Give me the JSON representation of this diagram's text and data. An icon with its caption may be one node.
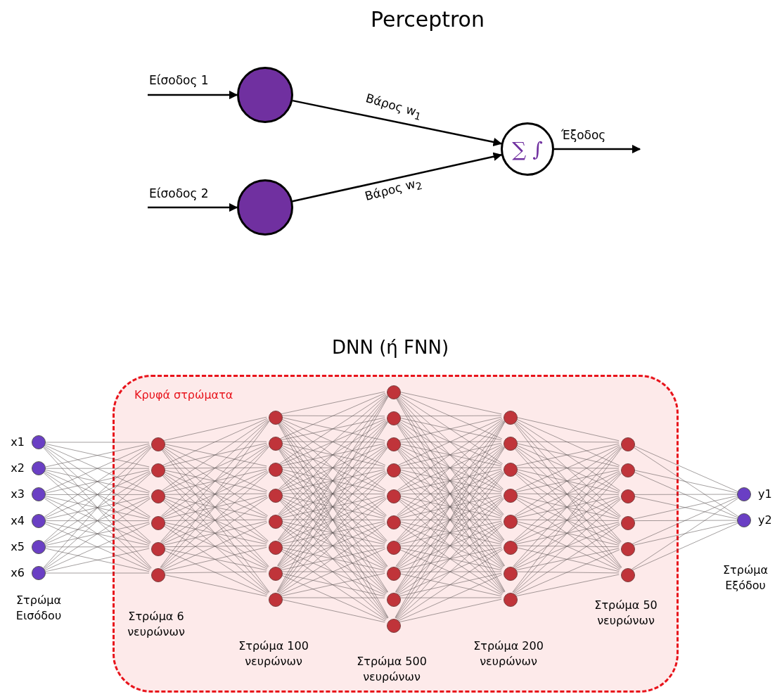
{
  "diagram": {
    "title": "Perceptron",
    "nodes": [
      {
        "text": [],
        "shape": "circle"
      },
      {
        "text": [],
        "shape": "circle"
      },
      {
        "text": [
          "∑ ∫"
        ]
      },
      {
        "text": [],
        "shape": "circle",
        "beside": [
          "x1"
        ]
      },
      {
        "text": [],
        "shape": "circle",
        "beside": [
          "x2"
        ]
      },
      {
        "text": [],
        "shape": "circle",
        "beside": [
          "x3"
        ]
      },
      {
        "text": [],
        "shape": "circle",
        "beside": [
          "x4"
        ]
      },
      {
        "text": [],
        "shape": "circle",
        "beside": [
          "x5"
        ]
      },
      {
        "text": [],
        "shape": "circle",
        "beside": [
          "x6"
        ]
      },
      {
        "text": [
          "Κρυφά στρώματα"
        ]
      },
      {
        "text": [],
        "shape": "circle",
        "in": 9
      },
      {
        "text": [],
        "shape": "circle",
        "in": 9
      },
      {
        "text": [],
        "shape": "circle",
        "in": 9
      },
      {
        "text": [],
        "shape": "circle",
        "in": 9
      },
      {
        "text": [],
        "shape": "circle",
        "in": 9
      },
      {
        "text": [],
        "shape": "circle",
        "in": 9
      },
      {
        "text": [],
        "shape": "circle",
        "in": 9
      },
      {
        "text": [],
        "shape": "circle",
        "in": 9
      },
      {
        "text": [],
        "shape": "circle",
        "in": 9
      },
      {
        "text": [],
        "shape": "circle",
        "in": 9
      },
      {
        "text": [],
        "shape": "circle",
        "in": 9
      },
      {
        "text": [],
        "shape": "circle",
        "in": 9
      },
      {
        "text": [],
        "shape": "circle",
        "in": 9
      },
      {
        "text": [],
        "shape": "circle",
        "in": 9
      },
      {
        "text": [],
        "shape": "circle",
        "in": 9
      },
      {
        "text": [],
        "shape": "circle",
        "in": 9
      },
      {
        "text": [],
        "shape": "circle",
        "in": 9
      },
      {
        "text": [],
        "shape": "circle",
        "in": 9
      },
      {
        "text": [],
        "shape": "circle",
        "in": 9
      },
      {
        "text": [],
        "shape": "circle",
        "in": 9
      },
      {
        "text": [],
        "shape": "circle",
        "in": 9
      },
      {
        "text": [],
        "shape": "circle",
        "in": 9
      },
      {
        "text": [],
        "shape": "circle",
        "in": 9
      },
      {
        "text": [],
        "shape": "circle",
        "in": 9
      },
      {
        "text": [],
        "shape": "circle",
        "in": 9
      },
      {
        "text": [],
        "shape": "circle",
        "in": 9
      },
      {
        "text": [],
        "shape": "circle",
        "in": 9
      },
      {
        "text": [],
        "shape": "circle",
        "in": 9
      },
      {
        "text": [],
        "shape": "circle",
        "in": 9
      },
      {
        "text": [],
        "shape": "circle",
        "in": 9
      },
      {
        "text": [],
        "shape": "circle",
        "in": 9
      },
      {
        "text": [],
        "shape": "circle",
        "in": 9
      },
      {
        "text": [],
        "shape": "circle",
        "in": 9
      },
      {
        "text": [],
        "shape": "circle",
        "in": 9
      },
      {
        "text": [],
        "shape": "circle",
        "in": 9
      },
      {
        "text": [],
        "shape": "circle",
        "in": 9
      },
      {
        "text": [],
        "shape": "circle",
        "in": 9
      },
      {
        "text": [],
        "shape": "circle",
        "in": 9
      },
      {
        "text": [],
        "shape": "circle",
        "beside": [
          "y1"
        ]
      },
      {
        "text": [],
        "shape": "circle",
        "beside": [
          "y2"
        ]
      }
    ],
    "edges": [
      {
        "from": null,
        "to": 0,
        "arrow": "to",
        "label": "Είσοδος 1",
        "color": "#000000"
      },
      {
        "from": null,
        "to": 1,
        "arrow": "to",
        "label": "Είσοδος 2",
        "color": "#000000"
      },
      {
        "from": 0,
        "to": 2,
        "arrow": "to",
        "label": "Βάρος w$_{1}$",
        "color": "#000000"
      },
      {
        "from": 1,
        "to": 2,
        "arrow": "to",
        "label": "Βάρος w$_{2}$",
        "color": "#000000"
      },
      {
        "from": 2,
        "to": null,
        "arrow": "to",
        "label": "Έξοδος",
        "color": "#000000"
      },
      {
        "from": 3,
        "to": 10,
        "arrow": "none"
      },
      {
        "from": 3,
        "to": 11,
        "arrow": "none"
      },
      {
        "from": 3,
        "to": 12,
        "arrow": "none"
      },
      {
        "from": 3,
        "to": 13,
        "arrow": "none"
      },
      {
        "from": 3,
        "to": 14,
        "arrow": "none"
      },
      {
        "from": 3,
        "to": 15,
        "arrow": "none"
      },
      {
        "from": 4,
        "to": 10,
        "arrow": "none"
      },
      {
        "from": 4,
        "to": 11,
        "arrow": "none"
      },
      {
        "from": 4,
        "to": 12,
        "arrow": "none"
      },
      {
        "from": 4,
        "to": 13,
        "arrow": "none"
      },
      {
        "from": 4,
        "to": 14,
        "arrow": "none"
      },
      {
        "from": 4,
        "to": 15,
        "arrow": "none"
      },
      {
        "from": 5,
        "to": 10,
        "arrow": "none"
      },
      {
        "from": 5,
        "to": 11,
        "arrow": "none"
      },
      {
        "from": 5,
        "to": 12,
        "arrow": "none"
      },
      {
        "from": 5,
        "to": 13,
        "arrow": "none"
      },
      {
        "from": 5,
        "to": 14,
        "arrow": "none"
      },
      {
        "from": 5,
        "to": 15,
        "arrow": "none"
      },
      {
        "from": 6,
        "to": 10,
        "arrow": "none"
      },
      {
        "from": 6,
        "to": 11,
        "arrow": "none"
      },
      {
        "from": 6,
        "to": 12,
        "arrow": "none"
      },
      {
        "from": 6,
        "to": 13,
        "arrow": "none"
      },
      {
        "from": 6,
        "to": 14,
        "arrow": "none"
      },
      {
        "from": 6,
        "to": 15,
        "arrow": "none"
      },
      {
        "from": 7,
        "to": 10,
        "arrow": "none"
      },
      {
        "from": 7,
        "to": 11,
        "arrow": "none"
      },
      {
        "from": 7,
        "to": 12,
        "arrow": "none"
      },
      {
        "from": 7,
        "to": 13,
        "arrow": "none"
      },
      {
        "from": 7,
        "to": 14,
        "arrow": "none"
      },
      {
        "from": 7,
        "to": 15,
        "arrow": "none"
      },
      {
        "from": 8,
        "to": 10,
        "arrow": "none"
      },
      {
        "from": 8,
        "to": 11,
        "arrow": "none"
      },
      {
        "from": 8,
        "to": 12,
        "arrow": "none"
      },
      {
        "from": 8,
        "to": 13,
        "arrow": "none"
      },
      {
        "from": 8,
        "to": 14,
        "arrow": "none"
      },
      {
        "from": 8,
        "to": 15,
        "arrow": "none"
      },
      {
        "from": 10,
        "to": 16,
        "arrow": "none"
      },
      {
        "from": 10,
        "to": 17,
        "arrow": "none"
      },
      {
        "from": 10,
        "to": 18,
        "arrow": "none"
      },
      {
        "from": 10,
        "to": 19,
        "arrow": "none"
      },
      {
        "from": 10,
        "to": 20,
        "arrow": "none"
      },
      {
        "from": 10,
        "to": 21,
        "arrow": "none"
      },
      {
        "from": 10,
        "to": 22,
        "arrow": "none"
      },
      {
        "from": 10,
        "to": 23,
        "arrow": "none"
      },
      {
        "from": 11,
        "to": 16,
        "arrow": "none"
      },
      {
        "from": 11,
        "to": 17,
        "arrow": "none"
      },
      {
        "from": 11,
        "to": 18,
        "arrow": "none"
      },
      {
        "from": 11,
        "to": 19,
        "arrow": "none"
      },
      {
        "from": 11,
        "to": 20,
        "arrow": "none"
      },
      {
        "from": 11,
        "to": 21,
        "arrow": "none"
      },
      {
        "from": 11,
        "to": 22,
        "arrow": "none"
      },
      {
        "from": 11,
        "to": 23,
        "arrow": "none"
      },
      {
        "from": 12,
        "to": 16,
        "arrow": "none"
      },
      {
        "from": 12,
        "to": 17,
        "arrow": "none"
      },
      {
        "from": 12,
        "to": 18,
        "arrow": "none"
      },
      {
        "from": 12,
        "to": 19,
        "arrow": "none"
      },
      {
        "from": 12,
        "to": 20,
        "arrow": "none"
      },
      {
        "from": 12,
        "to": 21,
        "arrow": "none"
      },
      {
        "from": 12,
        "to": 22,
        "arrow": "none"
      },
      {
        "from": 12,
        "to": 23,
        "arrow": "none"
      },
      {
        "from": 13,
        "to": 16,
        "arrow": "none"
      },
      {
        "from": 13,
        "to": 17,
        "arrow": "none"
      },
      {
        "from": 13,
        "to": 18,
        "arrow": "none"
      },
      {
        "from": 13,
        "to": 19,
        "arrow": "none"
      },
      {
        "from": 13,
        "to": 20,
        "arrow": "none"
      },
      {
        "from": 13,
        "to": 21,
        "arrow": "none"
      },
      {
        "from": 13,
        "to": 22,
        "arrow": "none"
      },
      {
        "from": 13,
        "to": 23,
        "arrow": "none"
      },
      {
        "from": 14,
        "to": 16,
        "arrow": "none"
      },
      {
        "from": 14,
        "to": 17,
        "arrow": "none"
      },
      {
        "from": 14,
        "to": 18,
        "arrow": "none"
      },
      {
        "from": 14,
        "to": 19,
        "arrow": "none"
      },
      {
        "from": 14,
        "to": 20,
        "arrow": "none"
      },
      {
        "from": 14,
        "to": 21,
        "arrow": "none"
      },
      {
        "from": 14,
        "to": 22,
        "arrow": "none"
      },
      {
        "from": 14,
        "to": 23,
        "arrow": "none"
      },
      {
        "from": 15,
        "to": 16,
        "arrow": "none"
      },
      {
        "from": 15,
        "to": 17,
        "arrow": "none"
      },
      {
        "from": 15,
        "to": 18,
        "arrow": "none"
      },
      {
        "from": 15,
        "to": 19,
        "arrow": "none"
      },
      {
        "from": 15,
        "to": 20,
        "arrow": "none"
      },
      {
        "from": 15,
        "to": 21,
        "arrow": "none"
      },
      {
        "from": 15,
        "to": 22,
        "arrow": "none"
      },
      {
        "from": 15,
        "to": 23,
        "arrow": "none"
      },
      {
        "from": 16,
        "to": 24,
        "arrow": "none"
      },
      {
        "from": 16,
        "to": 25,
        "arrow": "none"
      },
      {
        "from": 16,
        "to": 26,
        "arrow": "none"
      },
      {
        "from": 16,
        "to": 27,
        "arrow": "none"
      },
      {
        "from": 16,
        "to": 28,
        "arrow": "none"
      },
      {
        "from": 16,
        "to": 29,
        "arrow": "none"
      },
      {
        "from": 16,
        "to": 30,
        "arrow": "none"
      },
      {
        "from": 16,
        "to": 31,
        "arrow": "none"
      },
      {
        "from": 16,
        "to": 32,
        "arrow": "none"
      },
      {
        "from": 16,
        "to": 33,
        "arrow": "none"
      },
      {
        "from": 17,
        "to": 24,
        "arrow": "none"
      },
      {
        "from": 17,
        "to": 25,
        "arrow": "none"
      },
      {
        "from": 17,
        "to": 26,
        "arrow": "none"
      },
      {
        "from": 17,
        "to": 27,
        "arrow": "none"
      },
      {
        "from": 17,
        "to": 28,
        "arrow": "none"
      },
      {
        "from": 17,
        "to": 29,
        "arrow": "none"
      },
      {
        "from": 17,
        "to": 30,
        "arrow": "none"
      },
      {
        "from": 17,
        "to": 31,
        "arrow": "none"
      },
      {
        "from": 17,
        "to": 32,
        "arrow": "none"
      },
      {
        "from": 17,
        "to": 33,
        "arrow": "none"
      },
      {
        "from": 18,
        "to": 24,
        "arrow": "none"
      },
      {
        "from": 18,
        "to": 25,
        "arrow": "none"
      },
      {
        "from": 18,
        "to": 26,
        "arrow": "none"
      },
      {
        "from": 18,
        "to": 27,
        "arrow": "none"
      },
      {
        "from": 18,
        "to": 28,
        "arrow": "none"
      },
      {
        "from": 18,
        "to": 29,
        "arrow": "none"
      },
      {
        "from": 18,
        "to": 30,
        "arrow": "none"
      },
      {
        "from": 18,
        "to": 31,
        "arrow": "none"
      },
      {
        "from": 18,
        "to": 32,
        "arrow": "none"
      },
      {
        "from": 18,
        "to": 33,
        "arrow": "none"
      },
      {
        "from": 19,
        "to": 24,
        "arrow": "none"
      },
      {
        "from": 19,
        "to": 25,
        "arrow": "none"
      },
      {
        "from": 19,
        "to": 26,
        "arrow": "none"
      },
      {
        "from": 19,
        "to": 27,
        "arrow": "none"
      },
      {
        "from": 19,
        "to": 28,
        "arrow": "none"
      },
      {
        "from": 19,
        "to": 29,
        "arrow": "none"
      },
      {
        "from": 19,
        "to": 30,
        "arrow": "none"
      },
      {
        "from": 19,
        "to": 31,
        "arrow": "none"
      },
      {
        "from": 19,
        "to": 32,
        "arrow": "none"
      },
      {
        "from": 19,
        "to": 33,
        "arrow": "none"
      },
      {
        "from": 20,
        "to": 24,
        "arrow": "none"
      },
      {
        "from": 20,
        "to": 25,
        "arrow": "none"
      },
      {
        "from": 20,
        "to": 26,
        "arrow": "none"
      },
      {
        "from": 20,
        "to": 27,
        "arrow": "none"
      },
      {
        "from": 20,
        "to": 28,
        "arrow": "none"
      },
      {
        "from": 20,
        "to": 29,
        "arrow": "none"
      },
      {
        "from": 20,
        "to": 30,
        "arrow": "none"
      },
      {
        "from": 20,
        "to": 31,
        "arrow": "none"
      },
      {
        "from": 20,
        "to": 32,
        "arrow": "none"
      },
      {
        "from": 20,
        "to": 33,
        "arrow": "none"
      },
      {
        "from": 21,
        "to": 24,
        "arrow": "none"
      },
      {
        "from": 21,
        "to": 25,
        "arrow": "none"
      },
      {
        "from": 21,
        "to": 26,
        "arrow": "none"
      },
      {
        "from": 21,
        "to": 27,
        "arrow": "none"
      },
      {
        "from": 21,
        "to": 28,
        "arrow": "none"
      },
      {
        "from": 21,
        "to": 29,
        "arrow": "none"
      },
      {
        "from": 21,
        "to": 30,
        "arrow": "none"
      },
      {
        "from": 21,
        "to": 31,
        "arrow": "none"
      },
      {
        "from": 21,
        "to": 32,
        "arrow": "none"
      },
      {
        "from": 21,
        "to": 33,
        "arrow": "none"
      },
      {
        "from": 22,
        "to": 24,
        "arrow": "none"
      },
      {
        "from": 22,
        "to": 25,
        "arrow": "none"
      },
      {
        "from": 22,
        "to": 26,
        "arrow": "none"
      },
      {
        "from": 22,
        "to": 27,
        "arrow": "none"
      },
      {
        "from": 22,
        "to": 28,
        "arrow": "none"
      },
      {
        "from": 22,
        "to": 29,
        "arrow": "none"
      },
      {
        "from": 22,
        "to": 30,
        "arrow": "none"
      },
      {
        "from": 22,
        "to": 31,
        "arrow": "none"
      },
      {
        "from": 22,
        "to": 32,
        "arrow": "none"
      },
      {
        "from": 22,
        "to": 33,
        "arrow": "none"
      },
      {
        "from": 23,
        "to": 24,
        "arrow": "none"
      },
      {
        "from": 23,
        "to": 25,
        "arrow": "none"
      },
      {
        "from": 23,
        "to": 26,
        "arrow": "none"
      },
      {
        "from": 23,
        "to": 27,
        "arrow": "none"
      },
      {
        "from": 23,
        "to": 28,
        "arrow": "none"
      },
      {
        "from": 23,
        "to": 29,
        "arrow": "none"
      },
      {
        "from": 23,
        "to": 30,
        "arrow": "none"
      },
      {
        "from": 23,
        "to": 31,
        "arrow": "none"
      },
      {
        "from": 23,
        "to": 32,
        "arrow": "none"
      },
      {
        "from": 23,
        "to": 33,
        "arrow": "none"
      },
      {
        "from": 24,
        "to": 34,
        "arrow": "none"
      },
      {
        "from": 24,
        "to": 35,
        "arrow": "none"
      },
      {
        "from": 24,
        "to": 36,
        "arrow": "none"
      },
      {
        "from": 24,
        "to": 37,
        "arrow": "none"
      },
      {
        "from": 24,
        "to": 38,
        "arrow": "none"
      },
      {
        "from": 24,
        "to": 39,
        "arrow": "none"
      },
      {
        "from": 24,
        "to": 40,
        "arrow": "none"
      },
      {
        "from": 24,
        "to": 41,
        "arrow": "none"
      },
      {
        "from": 25,
        "to": 34,
        "arrow": "none"
      },
      {
        "from": 25,
        "to": 35,
        "arrow": "none"
      },
      {
        "from": 25,
        "to": 36,
        "arrow": "none"
      },
      {
        "from": 25,
        "to": 37,
        "arrow": "none"
      },
      {
        "from": 25,
        "to": 38,
        "arrow": "none"
      },
      {
        "from": 25,
        "to": 39,
        "arrow": "none"
      },
      {
        "from": 25,
        "to": 40,
        "arrow": "none"
      },
      {
        "from": 25,
        "to": 41,
        "arrow": "none"
      },
      {
        "from": 26,
        "to": 34,
        "arrow": "none"
      },
      {
        "from": 26,
        "to": 35,
        "arrow": "none"
      },
      {
        "from": 26,
        "to": 36,
        "arrow": "none"
      },
      {
        "from": 26,
        "to": 37,
        "arrow": "none"
      },
      {
        "from": 26,
        "to": 38,
        "arrow": "none"
      },
      {
        "from": 26,
        "to": 39,
        "arrow": "none"
      },
      {
        "from": 26,
        "to": 40,
        "arrow": "none"
      },
      {
        "from": 26,
        "to": 41,
        "arrow": "none"
      },
      {
        "from": 27,
        "to": 34,
        "arrow": "none"
      },
      {
        "from": 27,
        "to": 35,
        "arrow": "none"
      },
      {
        "from": 27,
        "to": 36,
        "arrow": "none"
      },
      {
        "from": 27,
        "to": 37,
        "arrow": "none"
      },
      {
        "from": 27,
        "to": 38,
        "arrow": "none"
      },
      {
        "from": 27,
        "to": 39,
        "arrow": "none"
      },
      {
        "from": 27,
        "to": 40,
        "arrow": "none"
      },
      {
        "from": 27,
        "to": 41,
        "arrow": "none"
      },
      {
        "from": 28,
        "to": 34,
        "arrow": "none"
      },
      {
        "from": 28,
        "to": 35,
        "arrow": "none"
      },
      {
        "from": 28,
        "to": 36,
        "arrow": "none"
      },
      {
        "from": 28,
        "to": 37,
        "arrow": "none"
      },
      {
        "from": 28,
        "to": 38,
        "arrow": "none"
      },
      {
        "from": 28,
        "to": 39,
        "arrow": "none"
      },
      {
        "from": 28,
        "to": 40,
        "arrow": "none"
      },
      {
        "from": 28,
        "to": 41,
        "arrow": "none"
      },
      {
        "from": 29,
        "to": 34,
        "arrow": "none"
      },
      {
        "from": 29,
        "to": 35,
        "arrow": "none"
      },
      {
        "from": 29,
        "to": 36,
        "arrow": "none"
      },
      {
        "from": 29,
        "to": 37,
        "arrow": "none"
      },
      {
        "from": 29,
        "to": 38,
        "arrow": "none"
      },
      {
        "from": 29,
        "to": 39,
        "arrow": "none"
      },
      {
        "from": 29,
        "to": 40,
        "arrow": "none"
      },
      {
        "from": 29,
        "to": 41,
        "arrow": "none"
      },
      {
        "from": 30,
        "to": 34,
        "arrow": "none"
      },
      {
        "from": 30,
        "to": 35,
        "arrow": "none"
      },
      {
        "from": 30,
        "to": 36,
        "arrow": "none"
      },
      {
        "from": 30,
        "to": 37,
        "arrow": "none"
      },
      {
        "from": 30,
        "to": 38,
        "arrow": "none"
      },
      {
        "from": 30,
        "to": 39,
        "arrow": "none"
      },
      {
        "from": 30,
        "to": 40,
        "arrow": "none"
      },
      {
        "from": 30,
        "to": 41,
        "arrow": "none"
      },
      {
        "from": 31,
        "to": 34,
        "arrow": "none"
      },
      {
        "from": 31,
        "to": 35,
        "arrow": "none"
      },
      {
        "from": 31,
        "to": 36,
        "arrow": "none"
      },
      {
        "from": 31,
        "to": 37,
        "arrow": "none"
      },
      {
        "from": 31,
        "to": 38,
        "arrow": "none"
      },
      {
        "from": 31,
        "to": 39,
        "arrow": "none"
      },
      {
        "from": 31,
        "to": 40,
        "arrow": "none"
      },
      {
        "from": 31,
        "to": 41,
        "arrow": "none"
      },
      {
        "from": 32,
        "to": 34,
        "arrow": "none"
      },
      {
        "from": 32,
        "to": 35,
        "arrow": "none"
      },
      {
        "from": 32,
        "to": 36,
        "arrow": "none"
      },
      {
        "from": 32,
        "to": 37,
        "arrow": "none"
      },
      {
        "from": 32,
        "to": 38,
        "arrow": "none"
      },
      {
        "from": 32,
        "to": 39,
        "arrow": "none"
      },
      {
        "from": 32,
        "to": 40,
        "arrow": "none"
      },
      {
        "from": 32,
        "to": 41,
        "arrow": "none"
      },
      {
        "from": 33,
        "to": 34,
        "arrow": "none"
      },
      {
        "from": 33,
        "to": 35,
        "arrow": "none"
      },
      {
        "from": 33,
        "to": 36,
        "arrow": "none"
      },
      {
        "from": 33,
        "to": 37,
        "arrow": "none"
      },
      {
        "from": 33,
        "to": 38,
        "arrow": "none"
      },
      {
        "from": 33,
        "to": 39,
        "arrow": "none"
      },
      {
        "from": 33,
        "to": 40,
        "arrow": "none"
      },
      {
        "from": 33,
        "to": 41,
        "arrow": "none"
      },
      {
        "from": 34,
        "to": 42,
        "arrow": "none"
      },
      {
        "from": 34,
        "to": 43,
        "arrow": "none"
      },
      {
        "from": 34,
        "to": 44,
        "arrow": "none"
      },
      {
        "from": 34,
        "to": 45,
        "arrow": "none"
      },
      {
        "from": 34,
        "to": 46,
        "arrow": "none"
      },
      {
        "from": 34,
        "to": 47,
        "arrow": "none"
      },
      {
        "from": 35,
        "to": 42,
        "arrow": "none"
      },
      {
        "from": 35,
        "to": 43,
        "arrow": "none"
      },
      {
        "from": 35,
        "to": 44,
        "arrow": "none"
      },
      {
        "from": 35,
        "to": 45,
        "arrow": "none"
      },
      {
        "from": 35,
        "to": 46,
        "arrow": "none"
      },
      {
        "from": 35,
        "to": 47,
        "arrow": "none"
      },
      {
        "from": 36,
        "to": 42,
        "arrow": "none"
      },
      {
        "from": 36,
        "to": 43,
        "arrow": "none"
      },
      {
        "from": 36,
        "to": 44,
        "arrow": "none"
      },
      {
        "from": 36,
        "to": 45,
        "arrow": "none"
      },
      {
        "from": 36,
        "to": 46,
        "arrow": "none"
      },
      {
        "from": 36,
        "to": 47,
        "arrow": "none"
      },
      {
        "from": 37,
        "to": 42,
        "arrow": "none"
      },
      {
        "from": 37,
        "to": 43,
        "arrow": "none"
      },
      {
        "from": 37,
        "to": 44,
        "arrow": "none"
      },
      {
        "from": 37,
        "to": 45,
        "arrow": "none"
      },
      {
        "from": 37,
        "to": 46,
        "arrow": "none"
      },
      {
        "from": 37,
        "to": 47,
        "arrow": "none"
      },
      {
        "from": 38,
        "to": 42,
        "arrow": "none"
      },
      {
        "from": 38,
        "to": 43,
        "arrow": "none"
      },
      {
        "from": 38,
        "to": 44,
        "arrow": "none"
      },
      {
        "from": 38,
        "to": 45,
        "arrow": "none"
      },
      {
        "from": 38,
        "to": 46,
        "arrow": "none"
      },
      {
        "from": 38,
        "to": 47,
        "arrow": "none"
      },
      {
        "from": 39,
        "to": 42,
        "arrow": "none"
      },
      {
        "from": 39,
        "to": 43,
        "arrow": "none"
      },
      {
        "from": 39,
        "to": 44,
        "arrow": "none"
      },
      {
        "from": 39,
        "to": 45,
        "arrow": "none"
      },
      {
        "from": 39,
        "to": 46,
        "arrow": "none"
      },
      {
        "from": 39,
        "to": 47,
        "arrow": "none"
      },
      {
        "from": 40,
        "to": 42,
        "arrow": "none"
      },
      {
        "from": 40,
        "to": 43,
        "arrow": "none"
      },
      {
        "from": 40,
        "to": 44,
        "arrow": "none"
      },
      {
        "from": 40,
        "to": 45,
        "arrow": "none"
      },
      {
        "from": 40,
        "to": 46,
        "arrow": "none"
      },
      {
        "from": 40,
        "to": 47,
        "arrow": "none"
      },
      {
        "from": 41,
        "to": 42,
        "arrow": "none"
      },
      {
        "from": 41,
        "to": 43,
        "arrow": "none"
      },
      {
        "from": 41,
        "to": 44,
        "arrow": "none"
      },
      {
        "from": 41,
        "to": 45,
        "arrow": "none"
      },
      {
        "from": 41,
        "to": 46,
        "arrow": "none"
      },
      {
        "from": 41,
        "to": 47,
        "arrow": "none"
      },
      {
        "from": 42,
        "to": 48,
        "arrow": "none"
      },
      {
        "from": 42,
        "to": 49,
        "arrow": "none"
      },
      {
        "from": 43,
        "to": 48,
        "arrow": "none"
      },
      {
        "from": 43,
        "to": 49,
        "arrow": "none"
      },
      {
        "from": 44,
        "to": 48,
        "arrow": "none"
      },
      {
        "from": 44,
        "to": 49,
        "arrow": "none"
      },
      {
        "from": 45,
        "to": 48,
        "arrow": "none"
      },
      {
        "from": 45,
        "to": 49,
        "arrow": "none"
      },
      {
        "from": 46,
        "to": 48,
        "arrow": "none"
      },
      {
        "from": 46,
        "to": 49,
        "arrow": "none"
      },
      {
        "from": 47,
        "to": 48,
        "arrow": "none"
      },
      {
        "from": 47,
        "to": 49,
        "arrow": "none"
      }
    ],
    "labels": [
      "DNN (ή FNN)",
      "Στρώμα Εισόδου",
      "Στρώμα 6 νευρώνων",
      "Στρώμα 100 νευρώνων",
      "Στρώμα 500 νευρώνων",
      "Στρώμα 200 νευρώνων",
      "Στρώμα 50 νευρώνων",
      "Στρώμα Εξόδου"
    ]
  }
}
